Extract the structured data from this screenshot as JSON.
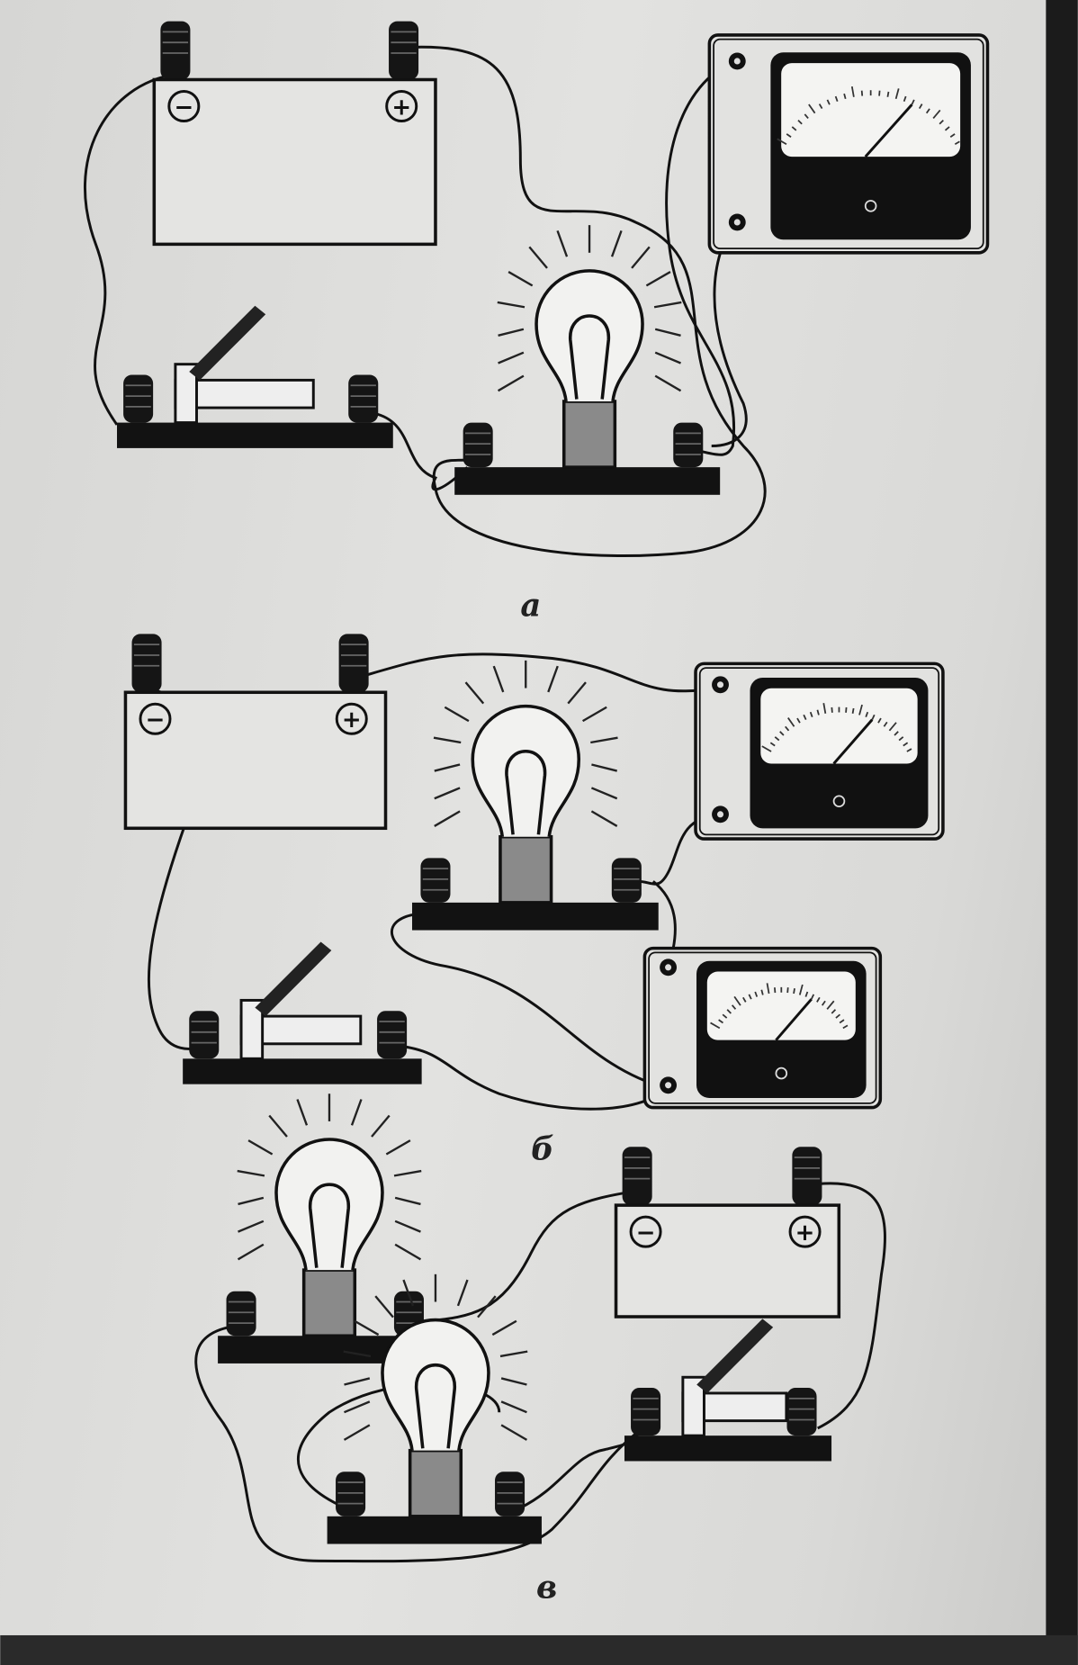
{
  "figure": {
    "parts": [
      {
        "label": "а",
        "components": [
          "battery",
          "switch",
          "lamp",
          "meter"
        ]
      },
      {
        "label": "б",
        "components": [
          "battery",
          "meter",
          "lamp",
          "switch",
          "meter"
        ]
      },
      {
        "label": "в",
        "components": [
          "battery",
          "lamp",
          "lamp",
          "switch"
        ]
      }
    ],
    "battery_signs": {
      "negative": "−",
      "positive": "+"
    },
    "colors": {
      "ink": "#111111",
      "paper": "#e0e0de",
      "bezel": "#1a1a1a"
    }
  }
}
